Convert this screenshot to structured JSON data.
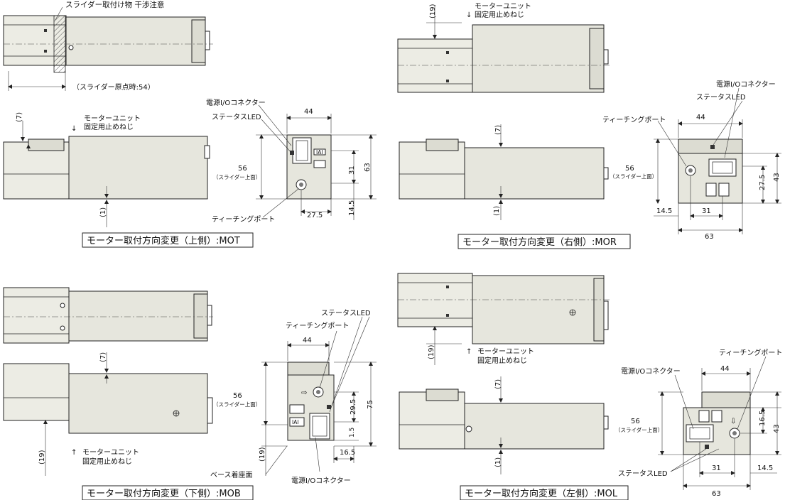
{
  "quadrants": {
    "mot": {
      "caption": "モーター取付方向変更（上側）:MOT",
      "labels": {
        "slider_interference": "スライダー取付け物 干渉注意",
        "slider_origin": "（スライダー原点時:54）",
        "motor_unit_screw_1": "モーターユニット",
        "motor_unit_screw_2": "固定用止めねじ",
        "power_io": "電源I/Oコネクター",
        "status_led": "ステータスLED",
        "teaching_port": "ティーチングポート",
        "slider_top_1": "56",
        "slider_top_2": "（スライダー上面）"
      },
      "dims": {
        "d7": "(7)",
        "d1": "(1)",
        "w44": "44",
        "h31": "31",
        "h63": "63",
        "w27_5": "27.5",
        "h14_5": "14.5"
      }
    },
    "mor": {
      "caption": "モーター取付方向変更（右側）:MOR",
      "labels": {
        "motor_unit_screw_1": "モーターユニット",
        "motor_unit_screw_2": "固定用止めねじ",
        "power_io": "電源I/Oコネクター",
        "status_led": "ステータスLED",
        "teaching_port": "ティーチングポート",
        "slider_top_1": "56",
        "slider_top_2": "（スライダー上面）"
      },
      "dims": {
        "d19": "(19)",
        "d7": "(7)",
        "d1": "(1)",
        "w44": "44",
        "h27_5": "27.5",
        "h43": "43",
        "w14_5": "14.5",
        "w31": "31",
        "w63": "63"
      }
    },
    "mob": {
      "caption": "モーター取付方向変更（下側）:MOB",
      "labels": {
        "motor_unit_screw_1": "モーターユニット",
        "motor_unit_screw_2": "固定用止めねじ",
        "power_io": "電源I/Oコネクター",
        "status_led": "ステータスLED",
        "teaching_port": "ティーチングポート",
        "base_surface": "ベース着座面",
        "slider_top_1": "56",
        "slider_top_2": "（スライダー上面）"
      },
      "dims": {
        "d7": "(7)",
        "d19a": "(19)",
        "d19b": "(19)",
        "w44": "44",
        "h29_5": "29.5",
        "h1_5": "1.5",
        "h75": "75",
        "w16_5": "16.5"
      }
    },
    "mol": {
      "caption": "モーター取付方向変更（左側）:MOL",
      "labels": {
        "motor_unit_screw_1": "モーターユニット",
        "motor_unit_screw_2": "固定用止めねじ",
        "power_io": "電源I/Oコネクター",
        "status_led": "ステータスLED",
        "teaching_port": "ティーチングポート",
        "slider_top_1": "56",
        "slider_top_2": "（スライダー上面）"
      },
      "dims": {
        "d19": "(19)",
        "d7": "(7)",
        "d1": "(1)",
        "w44": "44",
        "h16_5": "16.5",
        "h43": "43",
        "w31": "31",
        "w14_5": "14.5",
        "w63": "63"
      }
    }
  },
  "logo_text": "IAI"
}
